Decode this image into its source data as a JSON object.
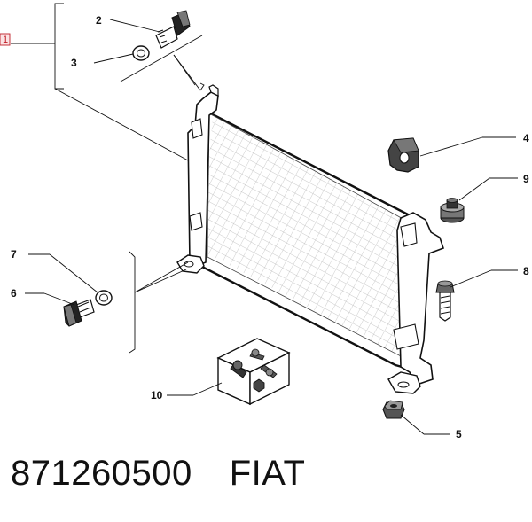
{
  "callouts": {
    "c1": "1",
    "c2": "2",
    "c3": "3",
    "c4": "4",
    "c5": "5",
    "c6": "6",
    "c7": "7",
    "c8": "8",
    "c9": "9",
    "c10": "10"
  },
  "footer": {
    "part_number": "871260500",
    "brand": "FIAT"
  },
  "colors": {
    "line": "#111111",
    "callout_box": "#c0202a",
    "callout_box_fill": "#fbe3e4",
    "part_fill": "#ffffff",
    "part_shade": "#555555"
  }
}
